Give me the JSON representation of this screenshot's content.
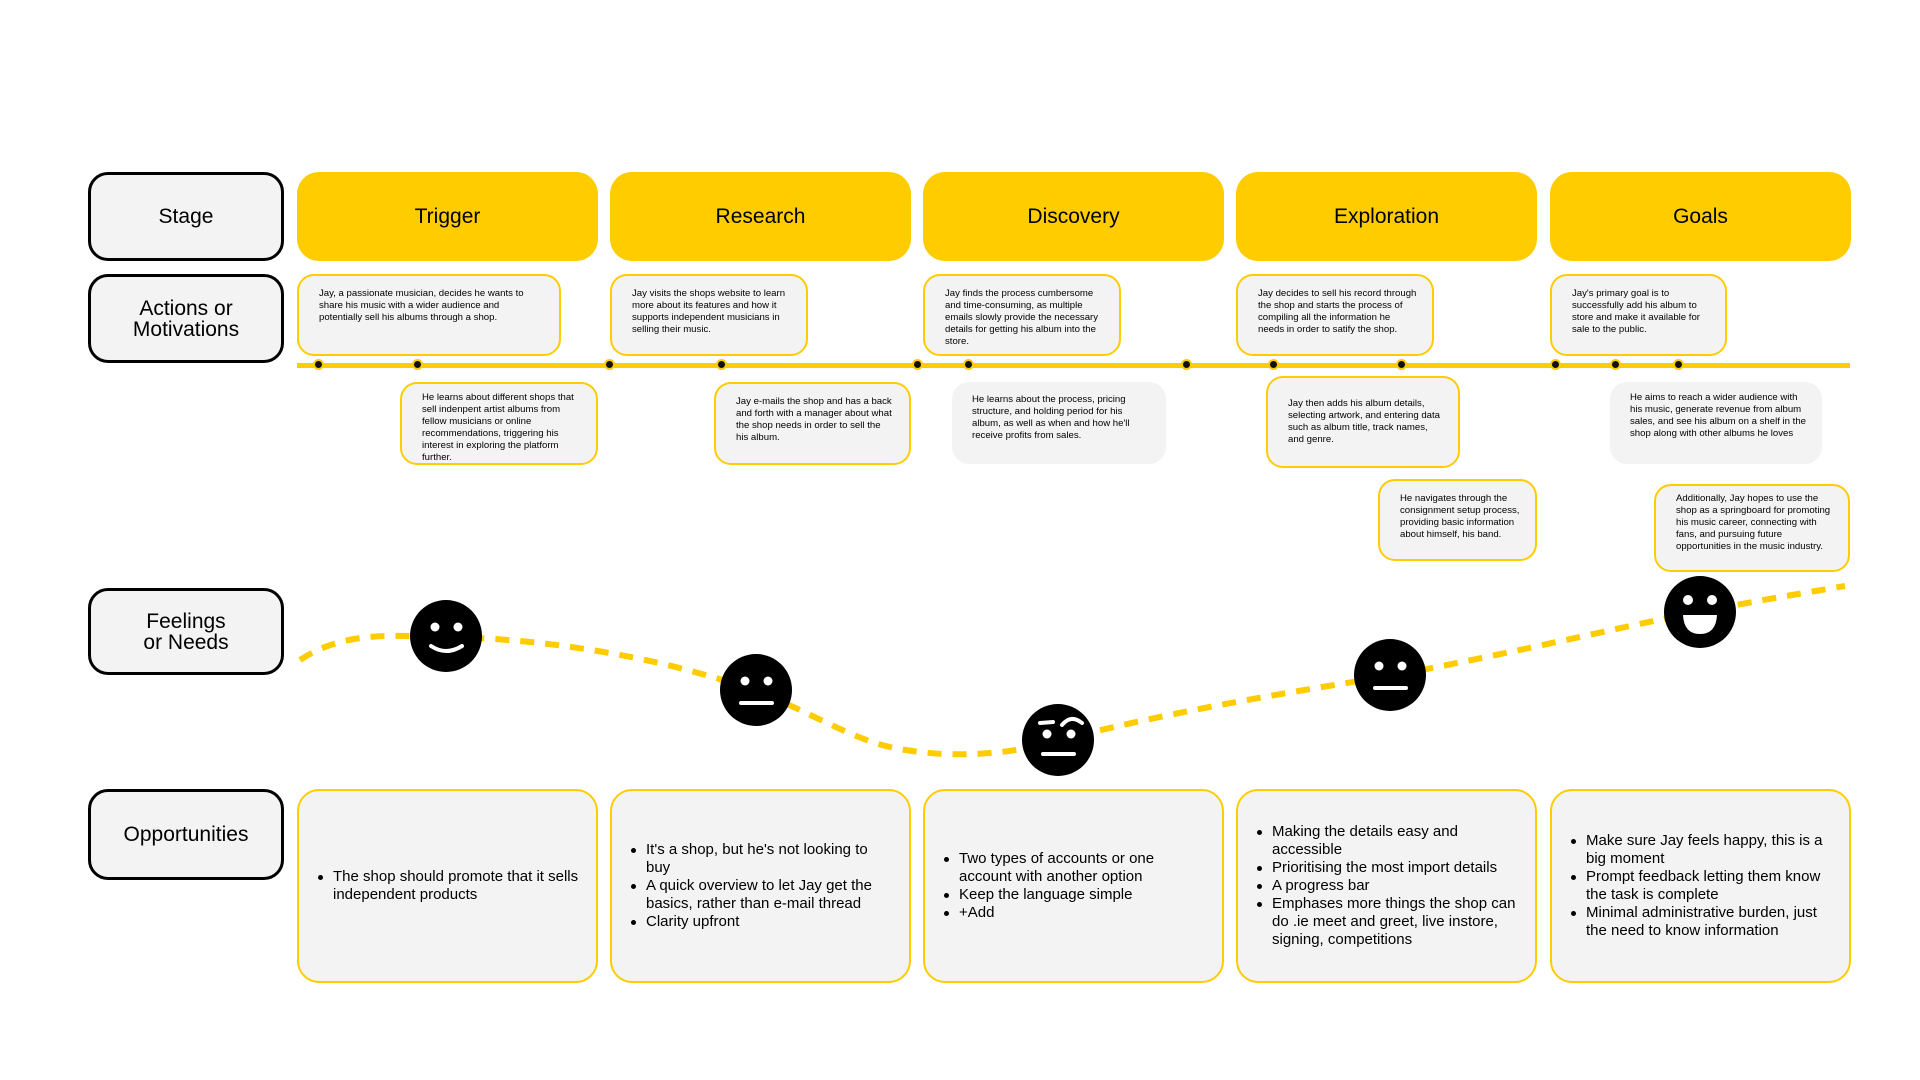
{
  "labels": {
    "stage": "Stage",
    "actions": "Actions or\nMotivations",
    "feelings": "Feelings\nor Needs",
    "opportunities": "Opportunities"
  },
  "stages": [
    "Trigger",
    "Research",
    "Discovery",
    "Exploration",
    "Goals"
  ],
  "actions": [
    {
      "text": "Jay, a passionate musician, decides he wants to share his music with a wider audience and potentially sell his albums through a shop.",
      "style": "outlined"
    },
    {
      "text": "He learns about different shops that sell indenpent artist albums from fellow musicians or online recommendations, triggering his interest in exploring the platform further.",
      "style": "outlined"
    },
    {
      "text": "Jay visits the shops website to learn more about its features and how it supports independent musicians in selling their music.",
      "style": "outlined"
    },
    {
      "text": "Jay e-mails the shop and has a back and forth with a manager about what the shop needs in order to sell the his album.",
      "style": "outlined"
    },
    {
      "text": "Jay finds the process cumbersome and time-consuming, as multiple emails slowly provide the necessary details for getting his album into the store.",
      "style": "outlined"
    },
    {
      "text": "He learns about the process, pricing structure, and holding period for his album, as well as when and how he'll receive profits from sales.",
      "style": "plain"
    },
    {
      "text": "Jay decides to sell his record through the shop and starts the process of compiling all the information he needs in order to satify the shop.",
      "style": "outlined"
    },
    {
      "text": "Jay then adds his album details, selecting artwork, and entering data such as album title, track names, and genre.",
      "style": "outlined"
    },
    {
      "text": "He navigates through the consignment setup process, providing basic information about himself, his band.",
      "style": "outlined"
    },
    {
      "text": "Jay's primary goal is to successfully add his album to store and make it available for sale to the public.",
      "style": "outlined"
    },
    {
      "text": "He aims to reach a wider audience with his music, generate revenue from album sales, and see his album on a shelf in the shop along with other albums he loves",
      "style": "plain"
    },
    {
      "text": "Additionally, Jay hopes to use the shop as a springboard for promoting his music career, connecting with fans, and pursuing future opportunities in the music industry.",
      "style": "outlined"
    }
  ],
  "feelings": [
    {
      "stage": "Trigger",
      "icon": "smiling-face-icon"
    },
    {
      "stage": "Research",
      "icon": "neutral-face-icon"
    },
    {
      "stage": "Discovery",
      "icon": "skeptical-face-icon"
    },
    {
      "stage": "Exploration",
      "icon": "neutral-face-icon"
    },
    {
      "stage": "Goals",
      "icon": "grinning-face-icon"
    }
  ],
  "opportunities": [
    [
      "The shop should promote that it sells independent products"
    ],
    [
      "It's a shop, but he's not looking to buy",
      "A quick overview to let Jay get the basics, rather than e-mail thread",
      "Clarity upfront"
    ],
    [
      "Two types of accounts or one account with another option",
      "Keep the language simple",
      "+Add"
    ],
    [
      "Making the details easy and accessible",
      "Prioritising the most import details",
      "A progress bar",
      "Emphases more things the shop can do .ie meet and greet, live instore, signing, competitions"
    ],
    [
      "Make sure Jay feels happy, this is a big moment",
      "Prompt feedback letting them know the task is complete",
      "Minimal administrative burden, just the need to know information"
    ]
  ],
  "colors": {
    "accent": "#ffcc00",
    "card": "#f3f3f3",
    "ink": "#000000"
  }
}
